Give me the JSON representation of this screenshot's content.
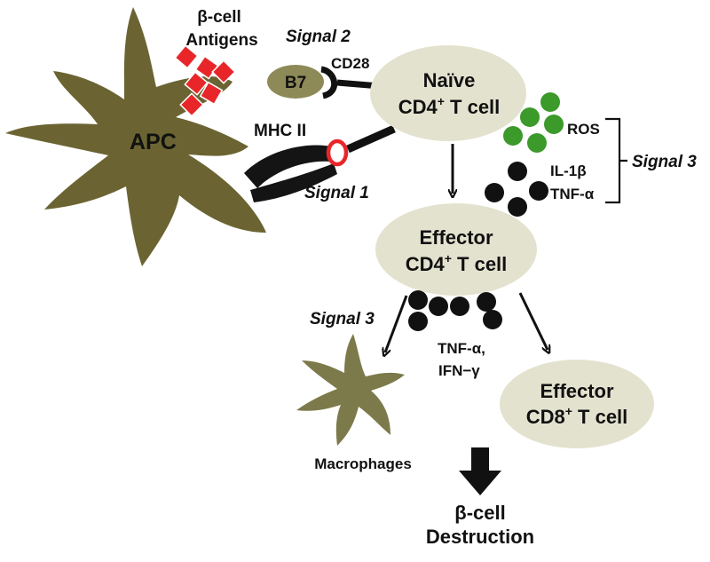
{
  "labels": {
    "beta_cell_antigens_1": "β-cell",
    "beta_cell_antigens_2": "Antigens",
    "signal2": "Signal 2",
    "cd28": "CD28",
    "b7": "B7",
    "apc": "APC",
    "mhc2": "MHC II",
    "signal1": "Signal 1",
    "naive_1": "Naïve",
    "naive_2": "CD4",
    "naive_2b": " T cell",
    "ros": "ROS",
    "signal3_right": "Signal 3",
    "il1b": "IL-1β",
    "tnfa": "TNF-α",
    "effector_cd4_1": "Effector",
    "effector_cd4_2": "CD4",
    "effector_cd4_2b": " T cell",
    "signal3_left": "Signal 3",
    "tnfa_ifng_1": "TNF-α,",
    "tnfa_ifng_2": "IFN−γ",
    "effector_cd8_1": "Effector",
    "effector_cd8_2": "CD8",
    "effector_cd8_2b": " T cell",
    "superscript_plus": "+",
    "macrophages": "Macrophages",
    "destruction_1": "β-cell",
    "destruction_2": "Destruction"
  },
  "colors": {
    "apc_fill": "#6b6432",
    "macrophage_fill": "#7c7a4a",
    "t_cell_fill": "#e3e2cf",
    "b7_fill": "#8e8a58",
    "antigen_red": "#e8262a",
    "ros_green": "#3b9a2a",
    "cytokine_black": "#111111",
    "mhc_black": "#141414"
  }
}
